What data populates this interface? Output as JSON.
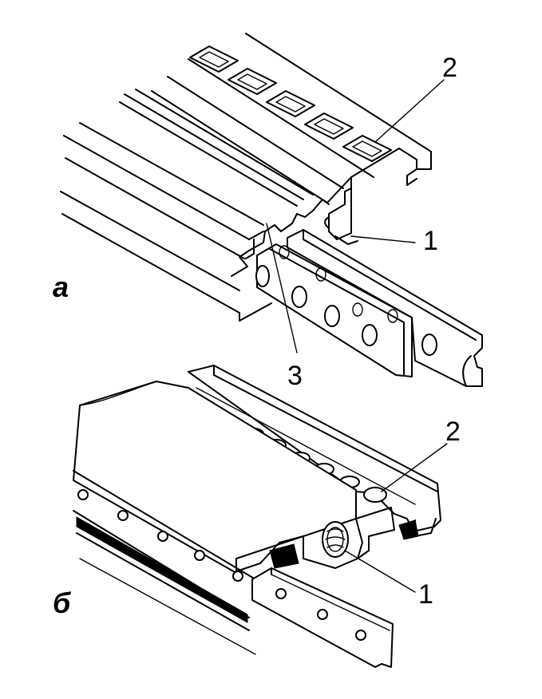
{
  "figure_a": {
    "panel_letter": "а",
    "callouts": [
      "1",
      "2",
      "3"
    ]
  },
  "figure_b": {
    "panel_letter": "б",
    "callouts": [
      "1",
      "2"
    ]
  }
}
